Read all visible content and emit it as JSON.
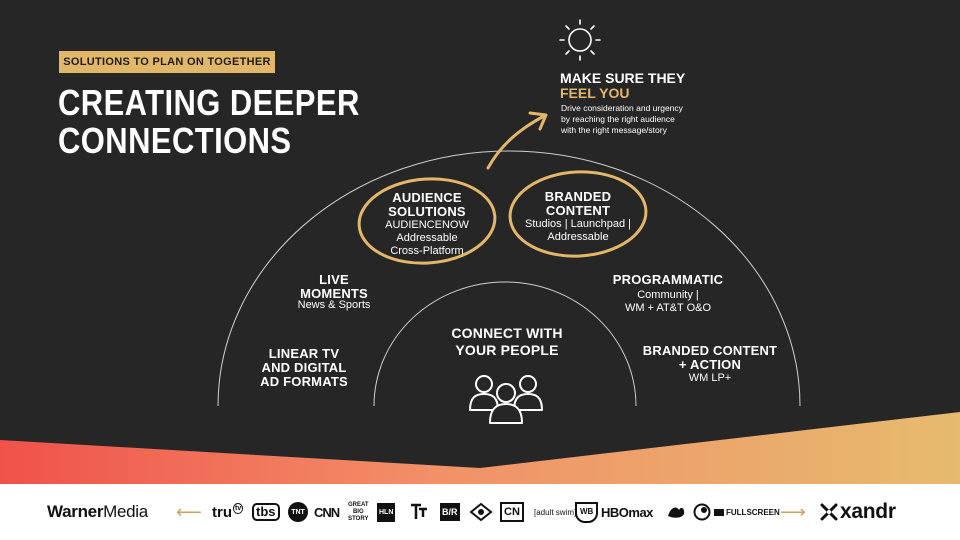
{
  "tag": "SOLUTIONS TO PLAN ON TOGETHER",
  "title": {
    "line1": "CREATING DEEPER",
    "line2": "CONNECTIONS"
  },
  "feel": {
    "line1": "MAKE SURE THEY",
    "line2": "FEEL YOU",
    "desc1": "Drive consideration and urgency",
    "desc2": "by reaching the right audience",
    "desc3": "with the right message/story"
  },
  "audience": {
    "h1": "AUDIENCE",
    "h2": "SOLUTIONS",
    "s1": "AUDIENCENOW",
    "s2": "Addressable",
    "s3": "Cross-Platform"
  },
  "branded": {
    "h1": "BRANDED",
    "h2": "CONTENT",
    "s1": "Studios | Launchpad |",
    "s2": "Addressable"
  },
  "live": {
    "h1": "LIVE",
    "h2": "MOMENTS",
    "s1": "News & Sports"
  },
  "programmatic": {
    "h1": "PROGRAMMATIC",
    "s1": "Community |",
    "s2": "WM + AT&T O&O"
  },
  "linear": {
    "h1": "LINEAR TV",
    "h2": "AND DIGITAL",
    "h3": "AD FORMATS"
  },
  "branded_action": {
    "h1": "BRANDED CONTENT",
    "h2": "+ ACTION",
    "s1": "WM LP+"
  },
  "connect": {
    "h1": "CONNECT WITH",
    "h2": "YOUR PEOPLE"
  },
  "footer": {
    "warner1": "Warner",
    "warner2": "Media",
    "left_arrow": "⟵",
    "right_arrow": "⟶",
    "brands": {
      "trutv": "tru",
      "tbs": "tbs",
      "tnt": "TNT",
      "cnn": "CNN",
      "great1": "GREAT",
      "great2": "BIG",
      "great3": "STORY",
      "hln": "HLN",
      "br": "B/R",
      "cn": "CN",
      "adultswim": "[adult swim]",
      "wb": "WB",
      "hbomax": "HBOmax",
      "fullscreen": "FULLSCREEN"
    },
    "xandr": "xandr"
  },
  "colors": {
    "background": "#262626",
    "gold": "#e3b76a",
    "red": "#f0524a",
    "arc": "#c8c8c8"
  }
}
